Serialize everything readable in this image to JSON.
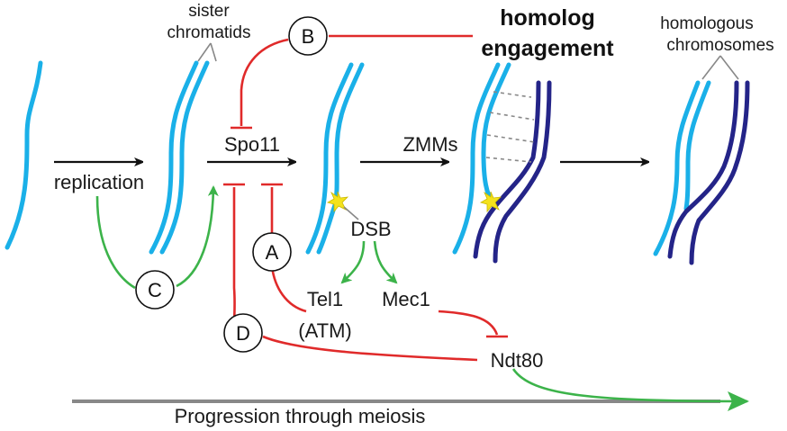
{
  "labels": {
    "sister_chromatids_1": "sister",
    "sister_chromatids_2": "chromatids",
    "homolog_engagement_1": "homolog",
    "homolog_engagement_2": "engagement",
    "homologous_chromosomes_1": "homologous",
    "homologous_chromosomes_2": "chromosomes",
    "replication": "replication",
    "spo11": "Spo11",
    "zmms": "ZMMs",
    "dsb": "DSB",
    "tel1_1": "Tel1",
    "tel1_2": "(ATM)",
    "mec1": "Mec1",
    "ndt80": "Ndt80",
    "progression": "Progression through meiosis"
  },
  "circles": {
    "a": "A",
    "b": "B",
    "c": "C",
    "d": "D"
  },
  "colors": {
    "sister_chromatid": "#1ab0e8",
    "homolog": "#242488",
    "inhibition": "#e02a2a",
    "activation": "#3cb34a",
    "progression_bar": "#888888",
    "dsb_star": "#f4e21c"
  }
}
